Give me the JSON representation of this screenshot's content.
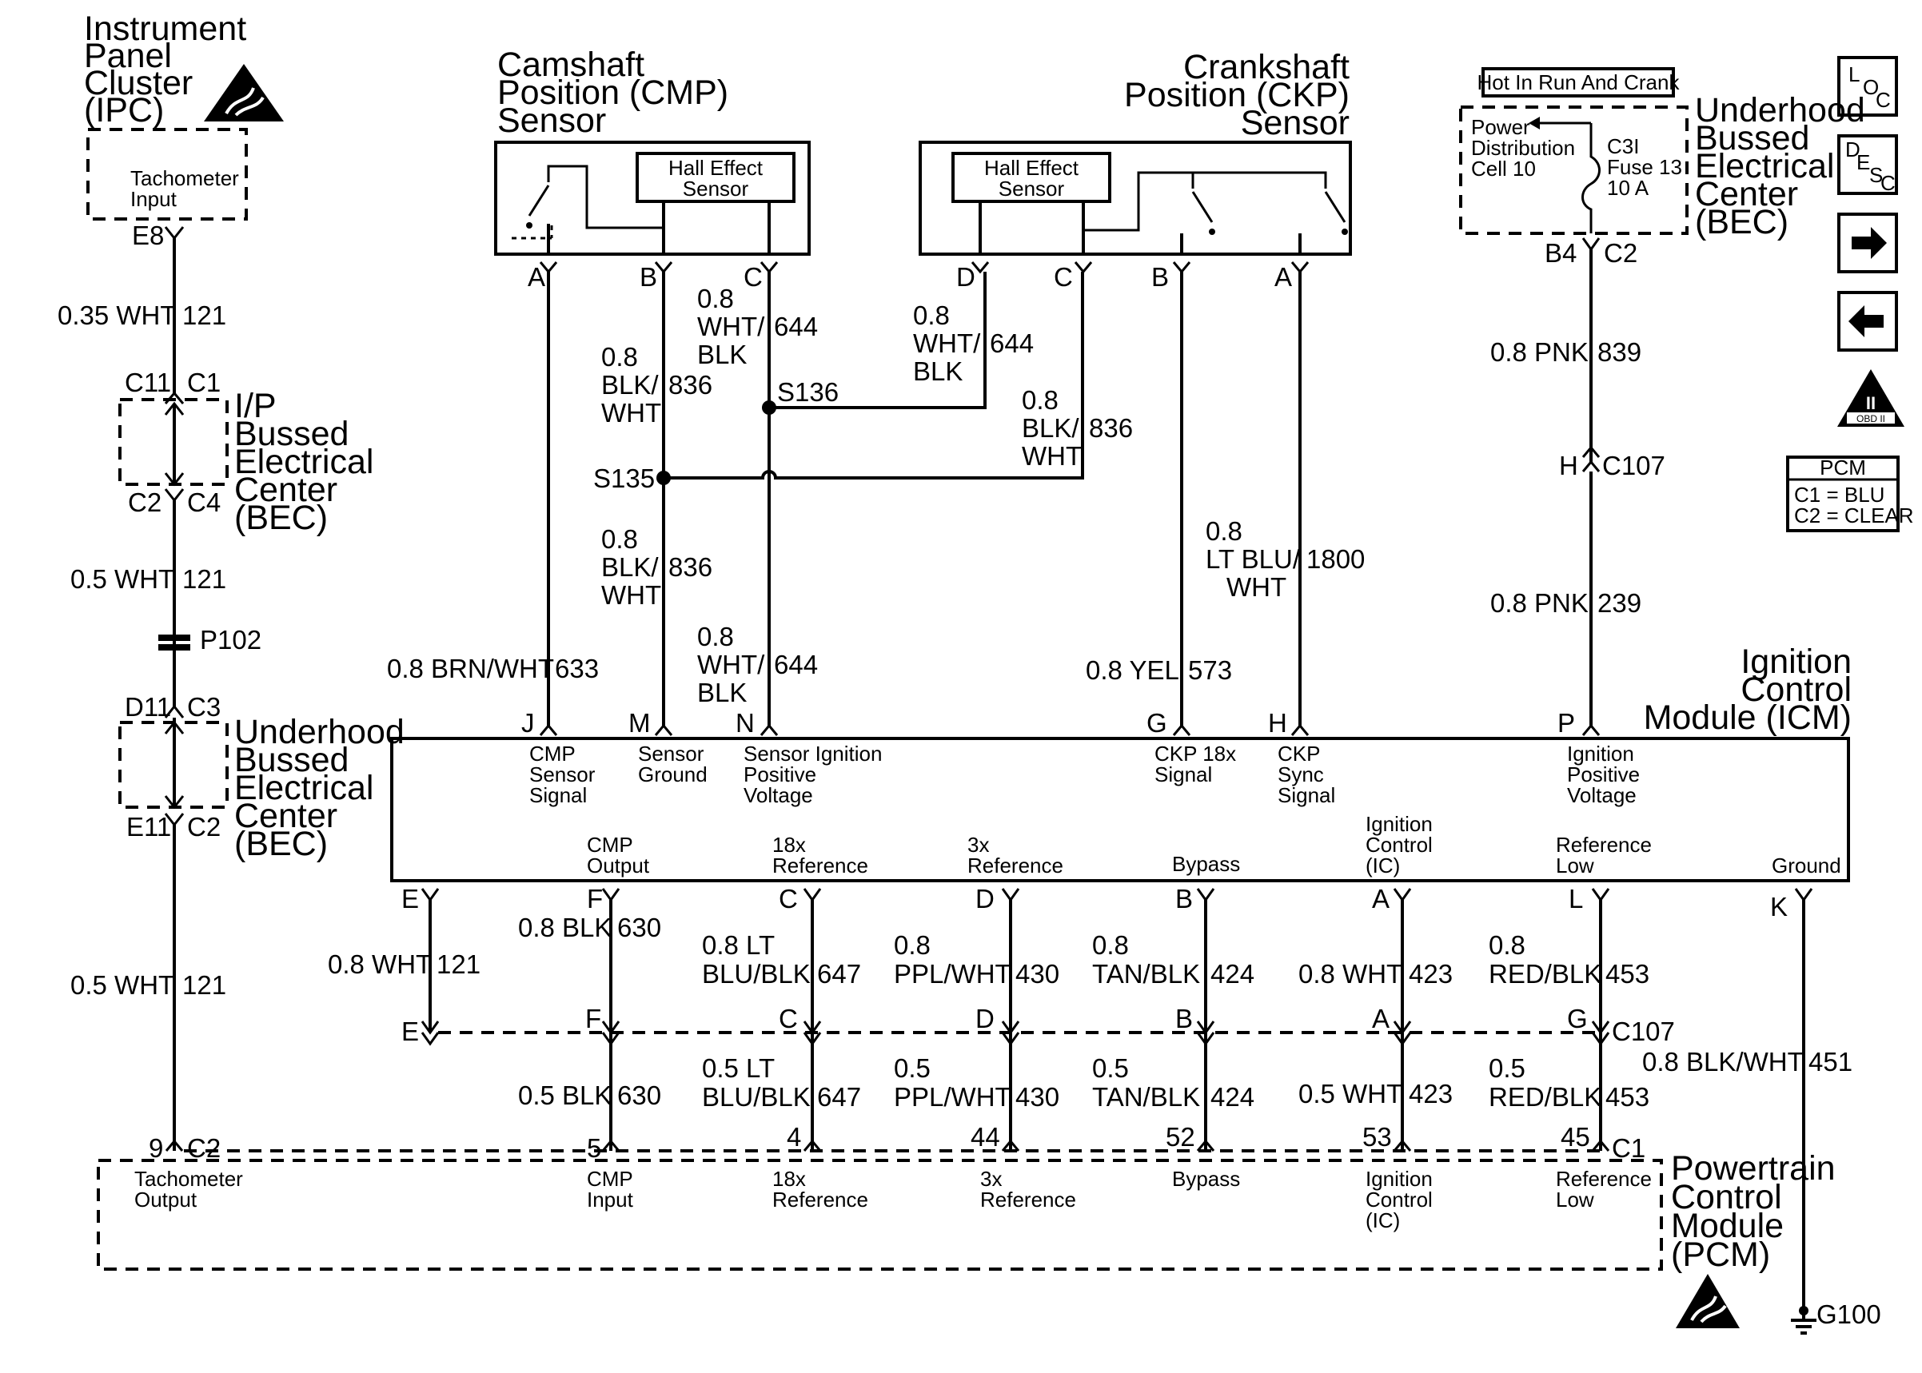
{
  "components": {
    "ipc": {
      "title_lines": [
        "Instrument",
        "Panel",
        "Cluster",
        "(IPC)"
      ],
      "label_lines": [
        "Tachometer",
        "Input"
      ],
      "pin": "E8"
    },
    "ip_bec": {
      "title_lines": [
        "I/P",
        "Bussed",
        "Electrical",
        "Center",
        "(BEC)"
      ]
    },
    "uh_bec_left": {
      "title_lines": [
        "Underhood",
        "Bussed",
        "Electrical",
        "Center",
        "(BEC)"
      ]
    },
    "uh_bec_right": {
      "title_lines": [
        "Underhood",
        "Bussed",
        "Electrical",
        "Center",
        "(BEC)"
      ]
    },
    "cmp": {
      "title_lines": [
        "Camshaft",
        "Position (CMP)",
        "Sensor"
      ],
      "inner_lines": [
        "Hall Effect",
        "Sensor"
      ]
    },
    "ckp": {
      "title_lines": [
        "Crankshaft",
        "Position (CKP)",
        "Sensor"
      ],
      "inner_lines": [
        "Hall Effect",
        "Sensor"
      ]
    },
    "hot_label": "Hot In Run And Crank",
    "power_distribution_lines": [
      "Power",
      "Distribution",
      "Cell 10"
    ],
    "fuse_lines": [
      "C3I",
      "Fuse 13",
      "10 A"
    ],
    "icm": {
      "title_lines": [
        "Ignition",
        "Control",
        "Module (ICM)"
      ]
    },
    "pcm": {
      "title_lines": [
        "Powertrain",
        "Control",
        "Module",
        "(PCM)"
      ]
    }
  },
  "legend": {
    "title": "PCM",
    "lines": [
      "C1 = BLU",
      "C2 = CLEAR"
    ],
    "icon_buttons": [
      "loc-icon",
      "desc-icon",
      "next-arrow-icon",
      "back-arrow-icon",
      "obd-ii-icon"
    ],
    "loc_letters": [
      "L",
      "O",
      "C"
    ],
    "desc_letters": [
      "D",
      "E",
      "S",
      "C"
    ],
    "obd_ii_symbol": "II",
    "obd_ii_text": "OBD II"
  },
  "connectors": {
    "E8": "E8",
    "C11": "C11",
    "C1": "C1",
    "C2": "C2",
    "C4": "C4",
    "P102": "P102",
    "D11": "D11",
    "C3": "C3",
    "E11": "E11",
    "B4": "B4",
    "C107": "C107",
    "H": "H",
    "G100": "G100",
    "S135": "S135",
    "S136": "S136"
  },
  "cmp_pins": [
    "A",
    "B",
    "C"
  ],
  "ckp_pins": [
    "D",
    "C",
    "B",
    "A"
  ],
  "icm_top_pins": [
    "J",
    "M",
    "N",
    "G",
    "H",
    "P"
  ],
  "icm_top_labels": [
    [
      "CMP",
      "Sensor",
      "Signal"
    ],
    [
      "Sensor",
      "Ground"
    ],
    [
      "Sensor Ignition",
      "Positive",
      "Voltage"
    ],
    [
      "CKP 18x",
      "Signal"
    ],
    [
      "CKP",
      "Sync",
      "Signal"
    ],
    [
      "Ignition",
      "Positive",
      "Voltage"
    ]
  ],
  "icm_bottom_pins": [
    "E",
    "F",
    "C",
    "D",
    "B",
    "A",
    "L",
    "K"
  ],
  "icm_bottom_labels": [
    [
      "CMP",
      "Output"
    ],
    [
      "18x",
      "Reference"
    ],
    [
      "3x",
      "Reference"
    ],
    [
      "Bypass"
    ],
    [
      "Ignition",
      "Control",
      "(IC)"
    ],
    [
      "Reference",
      "Low"
    ],
    [
      "Ground"
    ]
  ],
  "c107_pins": [
    "E",
    "F",
    "C",
    "D",
    "B",
    "A",
    "G"
  ],
  "pcm_pins": [
    "9",
    "5",
    "4",
    "44",
    "52",
    "53",
    "45"
  ],
  "pcm_labels": [
    [
      "Tachometer",
      "Output"
    ],
    [
      "CMP",
      "Input"
    ],
    [
      "18x",
      "Reference"
    ],
    [
      "3x",
      "Reference"
    ],
    [
      "Bypass"
    ],
    [
      "Ignition",
      "Control",
      "(IC)"
    ],
    [
      "Reference",
      "Low"
    ]
  ],
  "wires": {
    "w121a": {
      "color": "0.35 WHT",
      "circuit": "121"
    },
    "w121b": {
      "color": "0.5 WHT",
      "circuit": "121"
    },
    "w121c": {
      "color": "0.5 WHT",
      "circuit": "121"
    },
    "w644a": {
      "color_lines": [
        "0.8",
        "WHT/",
        "BLK"
      ],
      "circuit": "644"
    },
    "w644b": {
      "color_lines": [
        "0.8",
        "WHT/",
        "BLK"
      ],
      "circuit": "644"
    },
    "w644c": {
      "color_lines": [
        "0.8",
        "WHT/",
        "BLK"
      ],
      "circuit": "644"
    },
    "w836a": {
      "color_lines": [
        "0.8",
        "BLK/",
        "WHT"
      ],
      "circuit": "836"
    },
    "w836b": {
      "color_lines": [
        "0.8",
        "BLK/",
        "WHT"
      ],
      "circuit": "836"
    },
    "w836c": {
      "color_lines": [
        "0.8",
        "BLK/",
        "WHT"
      ],
      "circuit": "836"
    },
    "w633": {
      "color": "0.8 BRN/WHT",
      "circuit": "633"
    },
    "w573": {
      "color": "0.8 YEL",
      "circuit": "573"
    },
    "w1800": {
      "color_lines": [
        "0.8",
        "LT BLU/",
        "WHT"
      ],
      "circuit": "1800"
    },
    "w839": {
      "color": "0.8 PNK",
      "circuit": "839"
    },
    "w239": {
      "color": "0.8 PNK",
      "circuit": "239"
    },
    "w121d": {
      "color": "0.8 WHT",
      "circuit": "121"
    },
    "w630a": {
      "color": "0.8 BLK",
      "circuit": "630"
    },
    "w647a": {
      "color_lines": [
        "0.8 LT",
        "BLU/BLK"
      ],
      "circuit": "647"
    },
    "w430a": {
      "color_lines": [
        "0.8",
        "PPL/WHT"
      ],
      "circuit": "430"
    },
    "w424a": {
      "color_lines": [
        "0.8",
        "TAN/BLK"
      ],
      "circuit": "424"
    },
    "w423a": {
      "color": "0.8 WHT",
      "circuit": "423"
    },
    "w453a": {
      "color_lines": [
        "0.8",
        "RED/BLK"
      ],
      "circuit": "453"
    },
    "w630b": {
      "color": "0.5 BLK",
      "circuit": "630"
    },
    "w647b": {
      "color_lines": [
        "0.5 LT",
        "BLU/BLK"
      ],
      "circuit": "647"
    },
    "w430b": {
      "color_lines": [
        "0.5",
        "PPL/WHT"
      ],
      "circuit": "430"
    },
    "w424b": {
      "color_lines": [
        "0.5",
        "TAN/BLK"
      ],
      "circuit": "424"
    },
    "w423b": {
      "color": "0.5 WHT",
      "circuit": "423"
    },
    "w453b": {
      "color_lines": [
        "0.5",
        "RED/BLK"
      ],
      "circuit": "453"
    },
    "w451": {
      "color": "0.8 BLK/WHT",
      "circuit": "451"
    }
  }
}
